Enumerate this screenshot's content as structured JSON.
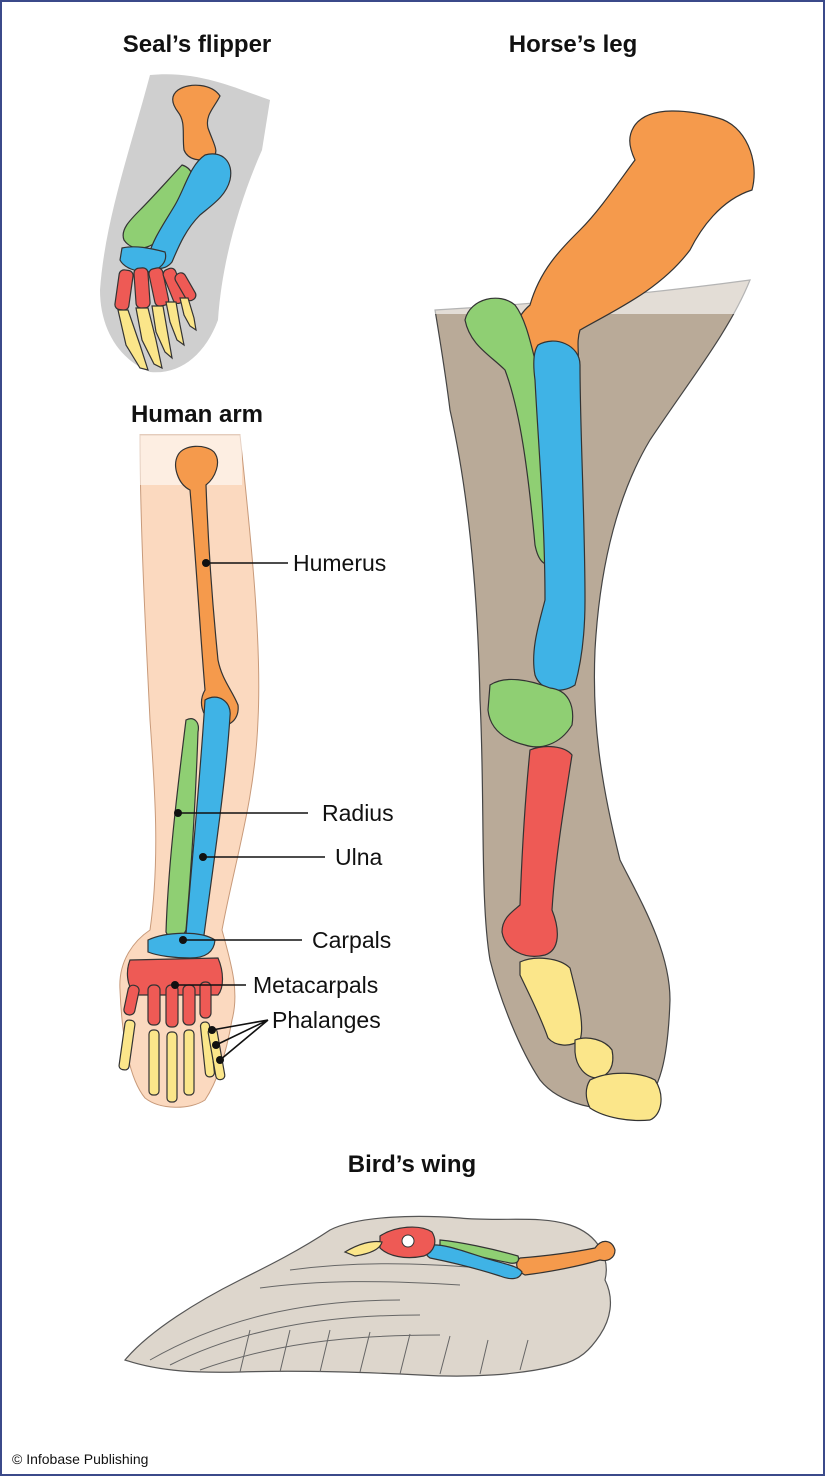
{
  "titles": {
    "seal": "Seal’s flipper",
    "horse": "Horse’s leg",
    "human": "Human arm",
    "bird": "Bird’s wing"
  },
  "labels": {
    "humerus": "Humerus",
    "radius": "Radius",
    "ulna": "Ulna",
    "carpals": "Carpals",
    "metacarpals": "Metacarpals",
    "phalanges": "Phalanges"
  },
  "copyright": "© Infobase Publishing",
  "colors": {
    "humerus": "#f59a4c",
    "radius": "#8fcf73",
    "ulna": "#3fb3e6",
    "carpals": "#3fb3e6",
    "metacarpals": "#ee5a55",
    "phalanges": "#fbe68a",
    "seal_skin": "#cfcfcf",
    "human_skin": "#fbd9bf",
    "horse_skin": "#b9aa98",
    "bird_skin": "#ddd6cc",
    "frame": "#3b4a8a"
  }
}
